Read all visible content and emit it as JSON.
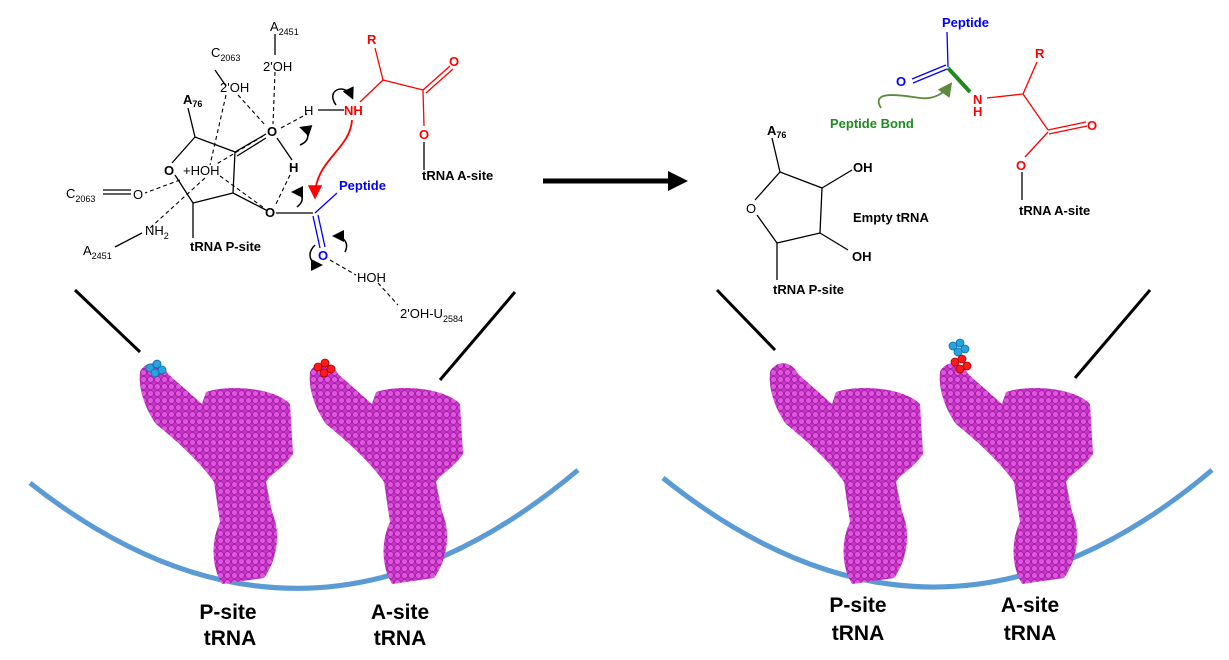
{
  "colors": {
    "arc": "#5b9bd5",
    "trna": "#cc33cc",
    "peptide": "#0000ff",
    "aminoacid": "#ff0000",
    "bond": "#1f8a1f"
  },
  "left": {
    "a2451_top": "A",
    "a2451_top_sub": "2451",
    "oh_top": "2'OH",
    "c2063_top": "C",
    "c2063_top_sub": "2063",
    "oh_mid": "2'OH",
    "a76": "A",
    "a76_sub": "76",
    "h1": "H",
    "nh": "NH",
    "r": "R",
    "o_carbonyl": "O",
    "o_ester": "O",
    "trna_asite": "tRNA A-site",
    "o_center": "O",
    "h2": "H",
    "ring_o": "O",
    "hoh_plus": "+HOH",
    "c2063_left": "C",
    "c2063_left_sub": "2063",
    "o_left": "O",
    "peptide": "Peptide",
    "nh2": "NH",
    "nh2_sub": "2",
    "a2451_left": "A",
    "a2451_left_sub": "2451",
    "trna_psite": "tRNA P-site",
    "o_ester2": "O",
    "o_blue": "O",
    "hoh": "HOH",
    "u2584": "2'OH-U",
    "u2584_sub": "2584"
  },
  "right": {
    "peptide": "Peptide",
    "o_blue": "O",
    "n": "N",
    "h": "H",
    "r": "R",
    "o_carbonyl": "O",
    "o_ester": "O",
    "trna_asite": "tRNA A-site",
    "peptide_bond": "Peptide Bond",
    "a76": "A",
    "a76_sub": "76",
    "oh1": "OH",
    "oh2": "OH",
    "ring_o": "O",
    "empty_trna": "Empty tRNA",
    "trna_psite": "tRNA P-site"
  },
  "bottom_labels": [
    {
      "line1": "P-site",
      "line2": "tRNA"
    },
    {
      "line1": "A-site",
      "line2": "tRNA"
    },
    {
      "line1": "P-site",
      "line2": "tRNA"
    },
    {
      "line1": "A-site",
      "line2": "tRNA"
    }
  ]
}
